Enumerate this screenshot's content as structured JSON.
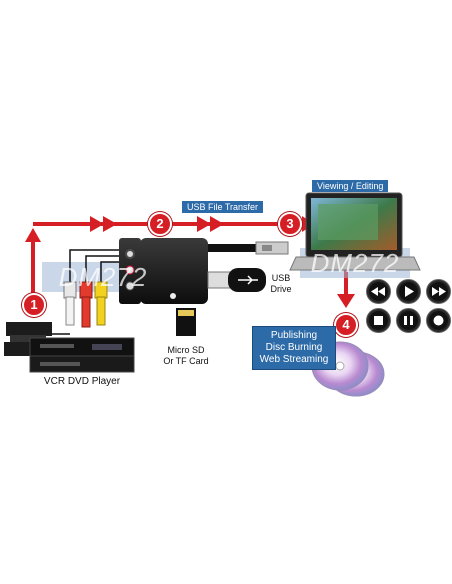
{
  "steps": [
    "1",
    "2",
    "3",
    "4"
  ],
  "labels": {
    "usb_file_transfer": "USB File Transfer",
    "viewing_editing": "Viewing / Editing",
    "usb_drive_line1": "USB",
    "usb_drive_line2": "Drive",
    "microsd_line1": "Micro SD",
    "microsd_line2": "Or TF Card",
    "vcr_dvd_player": "VCR DVD Player",
    "publishing": "Publishing",
    "disc_burning": "Disc Burning",
    "web_streaming": "Web Streaming",
    "watermark": "DM272"
  },
  "media_controls": [
    "rewind-icon",
    "play-icon",
    "fast-forward-icon",
    "stop-icon",
    "pause-icon",
    "record-icon"
  ],
  "colors": {
    "arrow_red": "#d61e25",
    "box_blue": "#2d6aa8"
  }
}
